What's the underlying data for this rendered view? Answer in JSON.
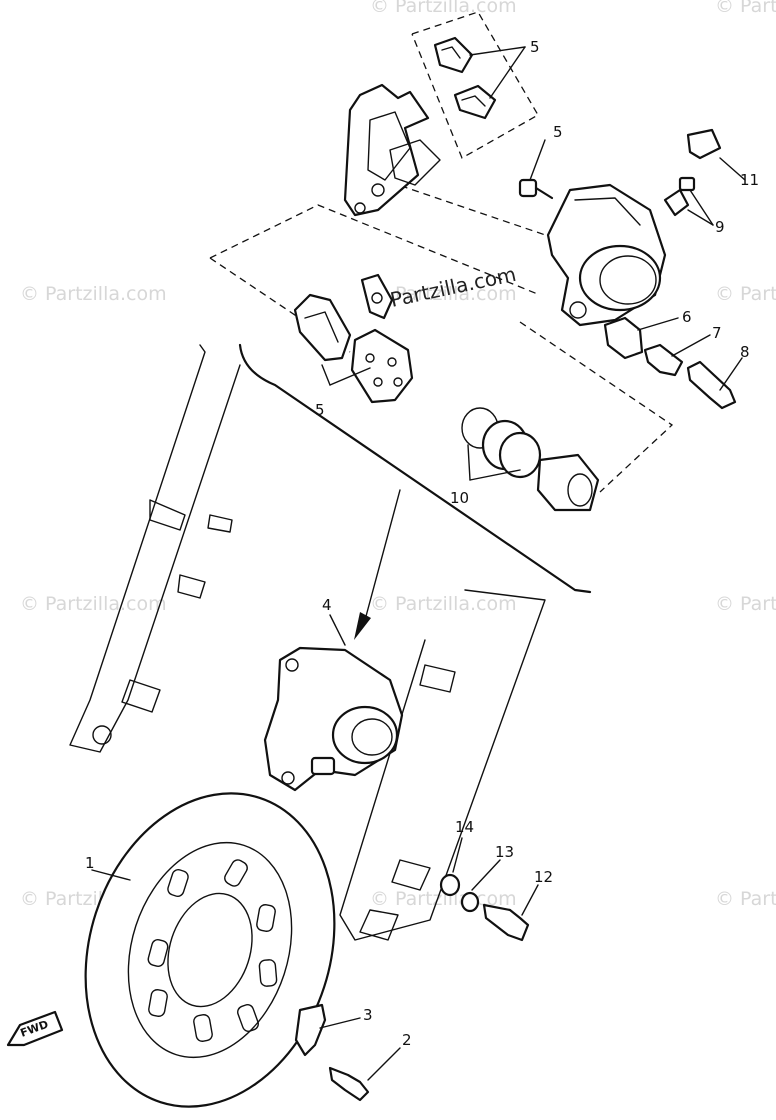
{
  "watermark": {
    "text": "© Partzilla.com",
    "main_text": "Partzilla.com"
  },
  "fwd_label": "FWD",
  "callouts": [
    "1",
    "2",
    "3",
    "4",
    "5",
    "6",
    "7",
    "8",
    "9",
    "10",
    "11",
    "12",
    "13",
    "14"
  ]
}
